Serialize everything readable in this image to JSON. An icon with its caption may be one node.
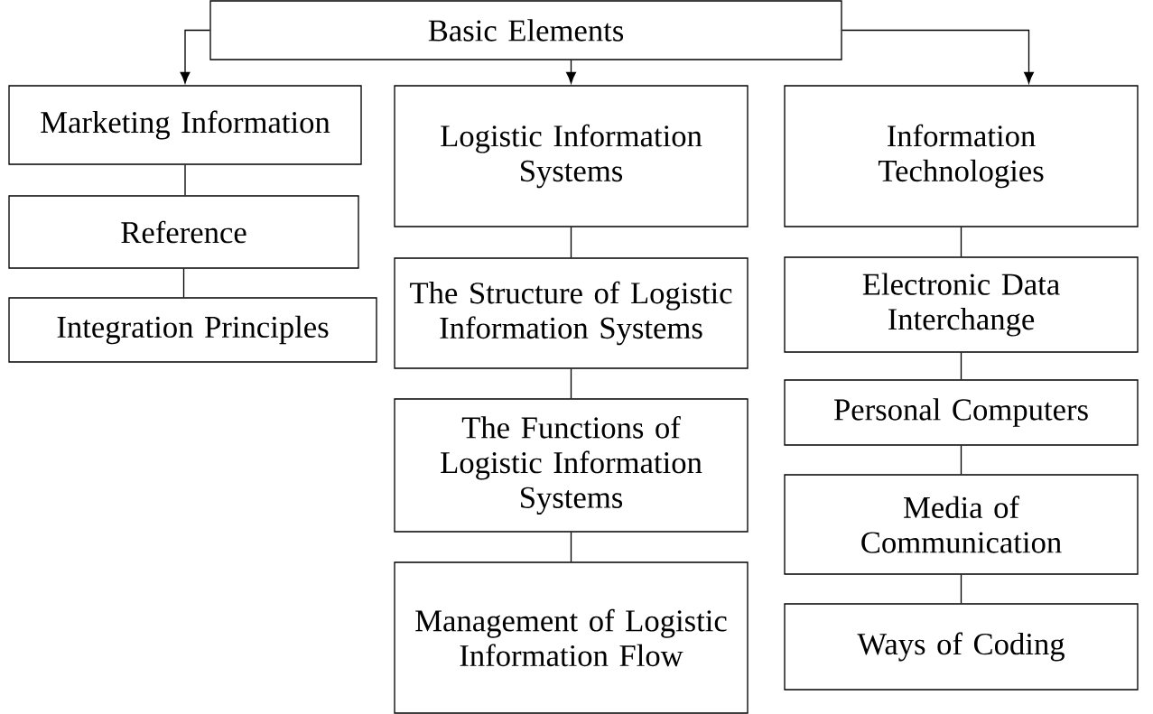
{
  "diagram": {
    "nodes": [
      {
        "text": [
          "Basic Elements"
        ]
      },
      {
        "text": [
          "Marketing Information"
        ]
      },
      {
        "text": [
          "Reference"
        ]
      },
      {
        "text": [
          "Integration Principles"
        ]
      },
      {
        "text": [
          "Logistic Information Systems"
        ]
      },
      {
        "text": [
          "The Structure of Logistic Information Systems"
        ]
      },
      {
        "text": [
          "The Functions of Logistic Information Systems"
        ]
      },
      {
        "text": [
          "Management of Logistic Information Flow"
        ]
      },
      {
        "text": [
          "Information Technologies"
        ]
      },
      {
        "text": [
          "Electronic Data Interchange"
        ]
      },
      {
        "text": [
          "Personal Computers"
        ]
      },
      {
        "text": [
          "Media of Communication"
        ]
      },
      {
        "text": [
          "Ways of Coding"
        ]
      }
    ],
    "edges": [
      {
        "from": 0,
        "to": 1,
        "arrow": "to"
      },
      {
        "from": 0,
        "to": 4,
        "arrow": "to"
      },
      {
        "from": 0,
        "to": 8,
        "arrow": "to"
      },
      {
        "from": 1,
        "to": 2,
        "arrow": "none"
      },
      {
        "from": 2,
        "to": 3,
        "arrow": "none"
      },
      {
        "from": 4,
        "to": 5,
        "arrow": "none"
      },
      {
        "from": 5,
        "to": 6,
        "arrow": "none"
      },
      {
        "from": 6,
        "to": 7,
        "arrow": "none"
      },
      {
        "from": 8,
        "to": 9,
        "arrow": "none"
      },
      {
        "from": 9,
        "to": 10,
        "arrow": "none"
      },
      {
        "from": 10,
        "to": 11,
        "arrow": "none"
      },
      {
        "from": 11,
        "to": 12,
        "arrow": "none"
      }
    ]
  }
}
